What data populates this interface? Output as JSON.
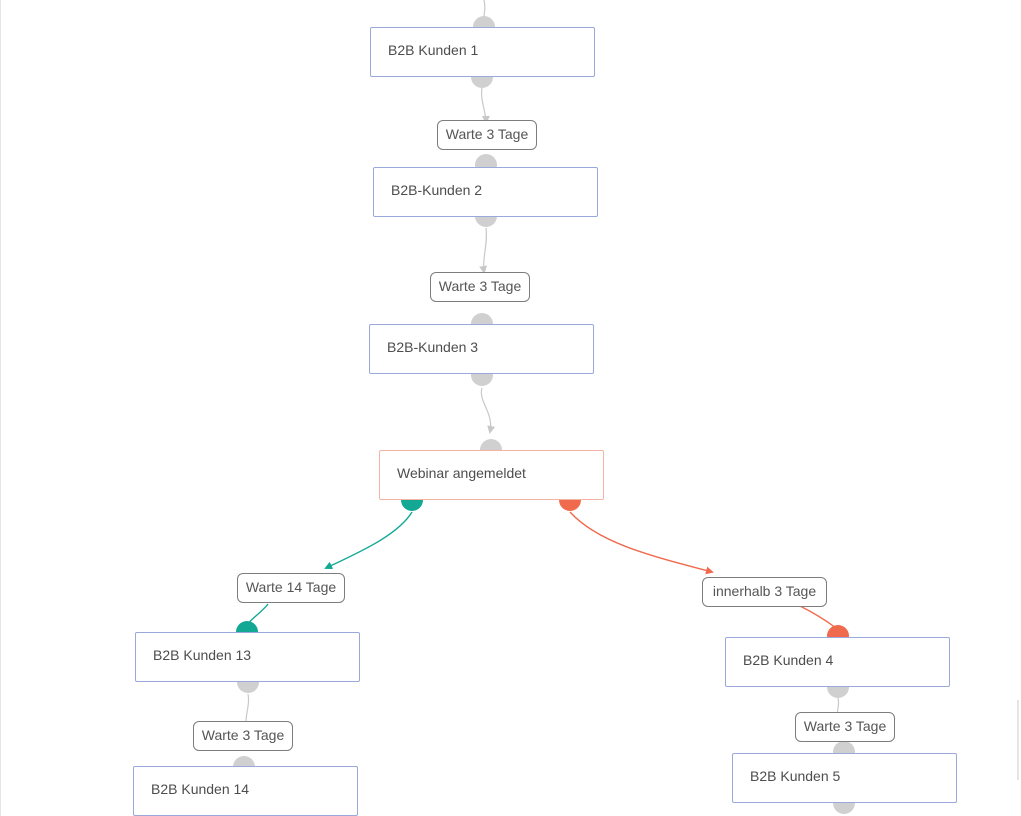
{
  "workflow": {
    "steps": {
      "email_1": "B2B Kunden 1",
      "email_2": "B2B-Kunden 2",
      "email_3": "B2B-Kunden 3",
      "condition": "Webinar angemeldet",
      "email_13": "B2B Kunden 13",
      "email_14": "B2B Kunden 14",
      "email_4": "B2B Kunden 4",
      "email_5": "B2B Kunden 5"
    },
    "waits": {
      "wait_1_2": "Warte 3 Tage",
      "wait_2_3": "Warte 3 Tage",
      "wait_yes": "Warte 14 Tage",
      "wait_no": "innerhalb 3 Tage",
      "wait_13_14": "Warte 3 Tage",
      "wait_4_5": "Warte 3 Tage"
    }
  },
  "colors": {
    "node_border": "#9aa8dc",
    "condition_border": "#f3b4a3",
    "port_default": "#d0d0d0",
    "branch_yes": "#12a894",
    "branch_no": "#f06a4d",
    "connector": "#c8c8c8"
  }
}
